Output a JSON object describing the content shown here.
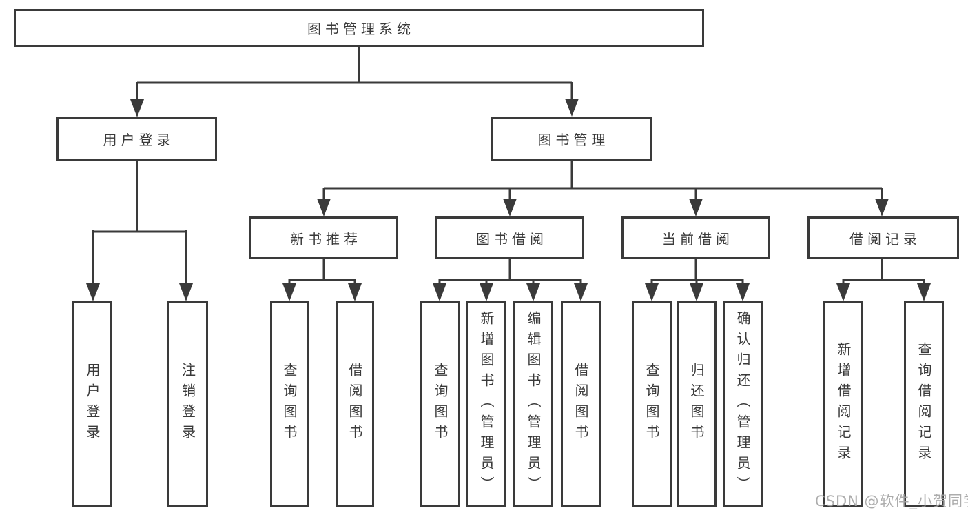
{
  "diagram": {
    "root": "图书管理系统",
    "branches": {
      "user_login": "用户登录",
      "book_management": "图书管理"
    },
    "modules": [
      "新书推荐",
      "图书借阅",
      "当前借阅",
      "借阅记录"
    ],
    "leaves": {
      "user_login": [
        "用户登录",
        "注销登录"
      ],
      "new_books": [
        "查询图书",
        "借阅图书"
      ],
      "book_borrow": [
        "查询图书",
        "新增图书（管理员）",
        "编辑图书（管理员）",
        "借阅图书"
      ],
      "current_borrow": [
        "查询图书",
        "归还图书",
        "确认归还（管理员）"
      ],
      "borrow_records": [
        "新增借阅记录",
        "查询借阅记录"
      ]
    }
  },
  "watermark": "CSDN @软件_小贺同学",
  "colors": {
    "line": "#3a3a3a",
    "border": "#3a3a3a",
    "text": "#3a3a3a",
    "background": "#ffffff",
    "watermark": "#a5a5a5"
  }
}
